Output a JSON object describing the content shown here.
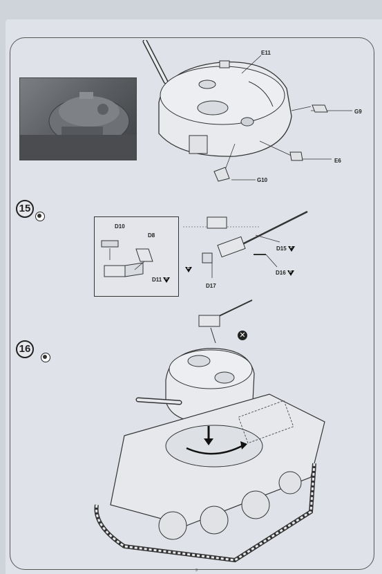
{
  "parts": {
    "e11": "E11",
    "g9": "G9",
    "e6": "E6",
    "g10": "G10",
    "d10": "D10",
    "d8": "D8",
    "d11": "D11",
    "d15": "D15",
    "d16": "D16",
    "d17": "D17"
  },
  "markers": {
    "d11_tag": "B",
    "d15_tag": "A",
    "d16_tag": "B",
    "d17_tag": "B"
  },
  "steps": [
    {
      "number": "15"
    },
    {
      "number": "16"
    }
  ],
  "page_number": "3"
}
